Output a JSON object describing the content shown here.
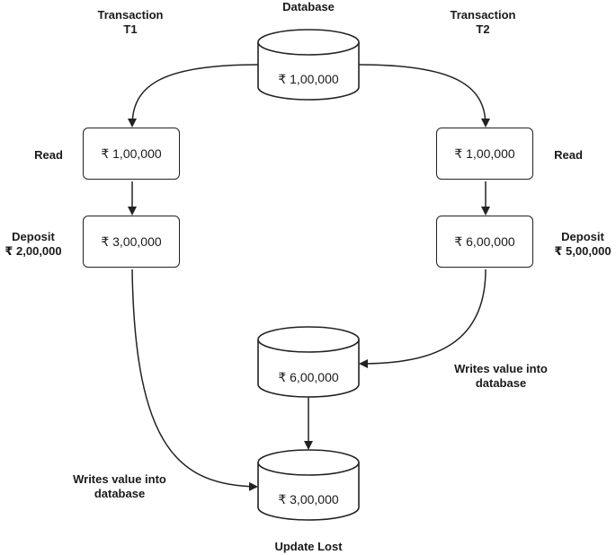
{
  "labels": {
    "database": "Database",
    "t1_line1": "Transaction",
    "t1_line2": "T1",
    "t2_line1": "Transaction",
    "t2_line2": "T2",
    "read_left": "Read",
    "read_right": "Read",
    "deposit_left_line1": "Deposit",
    "deposit_left_line2": "₹ 2,00,000",
    "deposit_right_line1": "Deposit",
    "deposit_right_line2": "₹ 5,00,000",
    "writes_right_line1": "Writes value into",
    "writes_right_line2": "database",
    "writes_left_line1": "Writes value into",
    "writes_left_line2": "database",
    "update_lost": "Update Lost"
  },
  "nodes": {
    "db_top": "₹ 1,00,000",
    "t1_read": "₹ 1,00,000",
    "t1_deposit": "₹ 3,00,000",
    "t2_read": "₹ 1,00,000",
    "t2_deposit": "₹ 6,00,000",
    "db_middle": "₹ 6,00,000",
    "db_bottom": "₹ 3,00,000"
  }
}
